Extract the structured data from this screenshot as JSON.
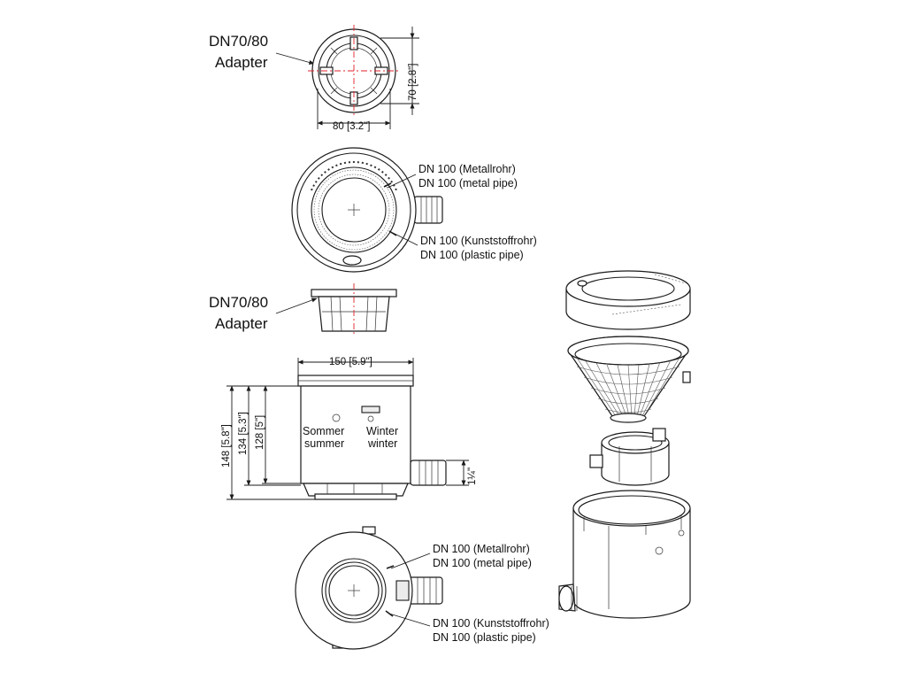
{
  "adapter_top": {
    "label_line1": "DN70/80",
    "label_line2": "Adapter",
    "dim_height": "70 [2.8\"]",
    "dim_width": "80 [3.2\"]"
  },
  "top_view": {
    "callout_metal_de": "DN 100 (Metallrohr)",
    "callout_metal_en": "DN 100 (metal pipe)",
    "callout_plastic_de": "DN 100 (Kunststoffrohr)",
    "callout_plastic_en": "DN 100 (plastic pipe)"
  },
  "adapter_side": {
    "label_line1": "DN70/80",
    "label_line2": "Adapter"
  },
  "side_view": {
    "dim_width": "150 [5.9\"]",
    "dim_148": "148 [5.8\"]",
    "dim_134": "134 [5.3\"]",
    "dim_128": "128 [5\"]",
    "dim_outlet": "1¼\"",
    "label_sommer": "Sommer",
    "label_summer": "summer",
    "label_winter_de": "Winter",
    "label_winter_en": "winter"
  },
  "bottom_view": {
    "callout_metal_de": "DN 100 (Metallrohr)",
    "callout_metal_en": "DN 100 (metal pipe)",
    "callout_plastic_de": "DN 100 (Kunststoffrohr)",
    "callout_plastic_en": "DN 100 (plastic pipe)"
  }
}
